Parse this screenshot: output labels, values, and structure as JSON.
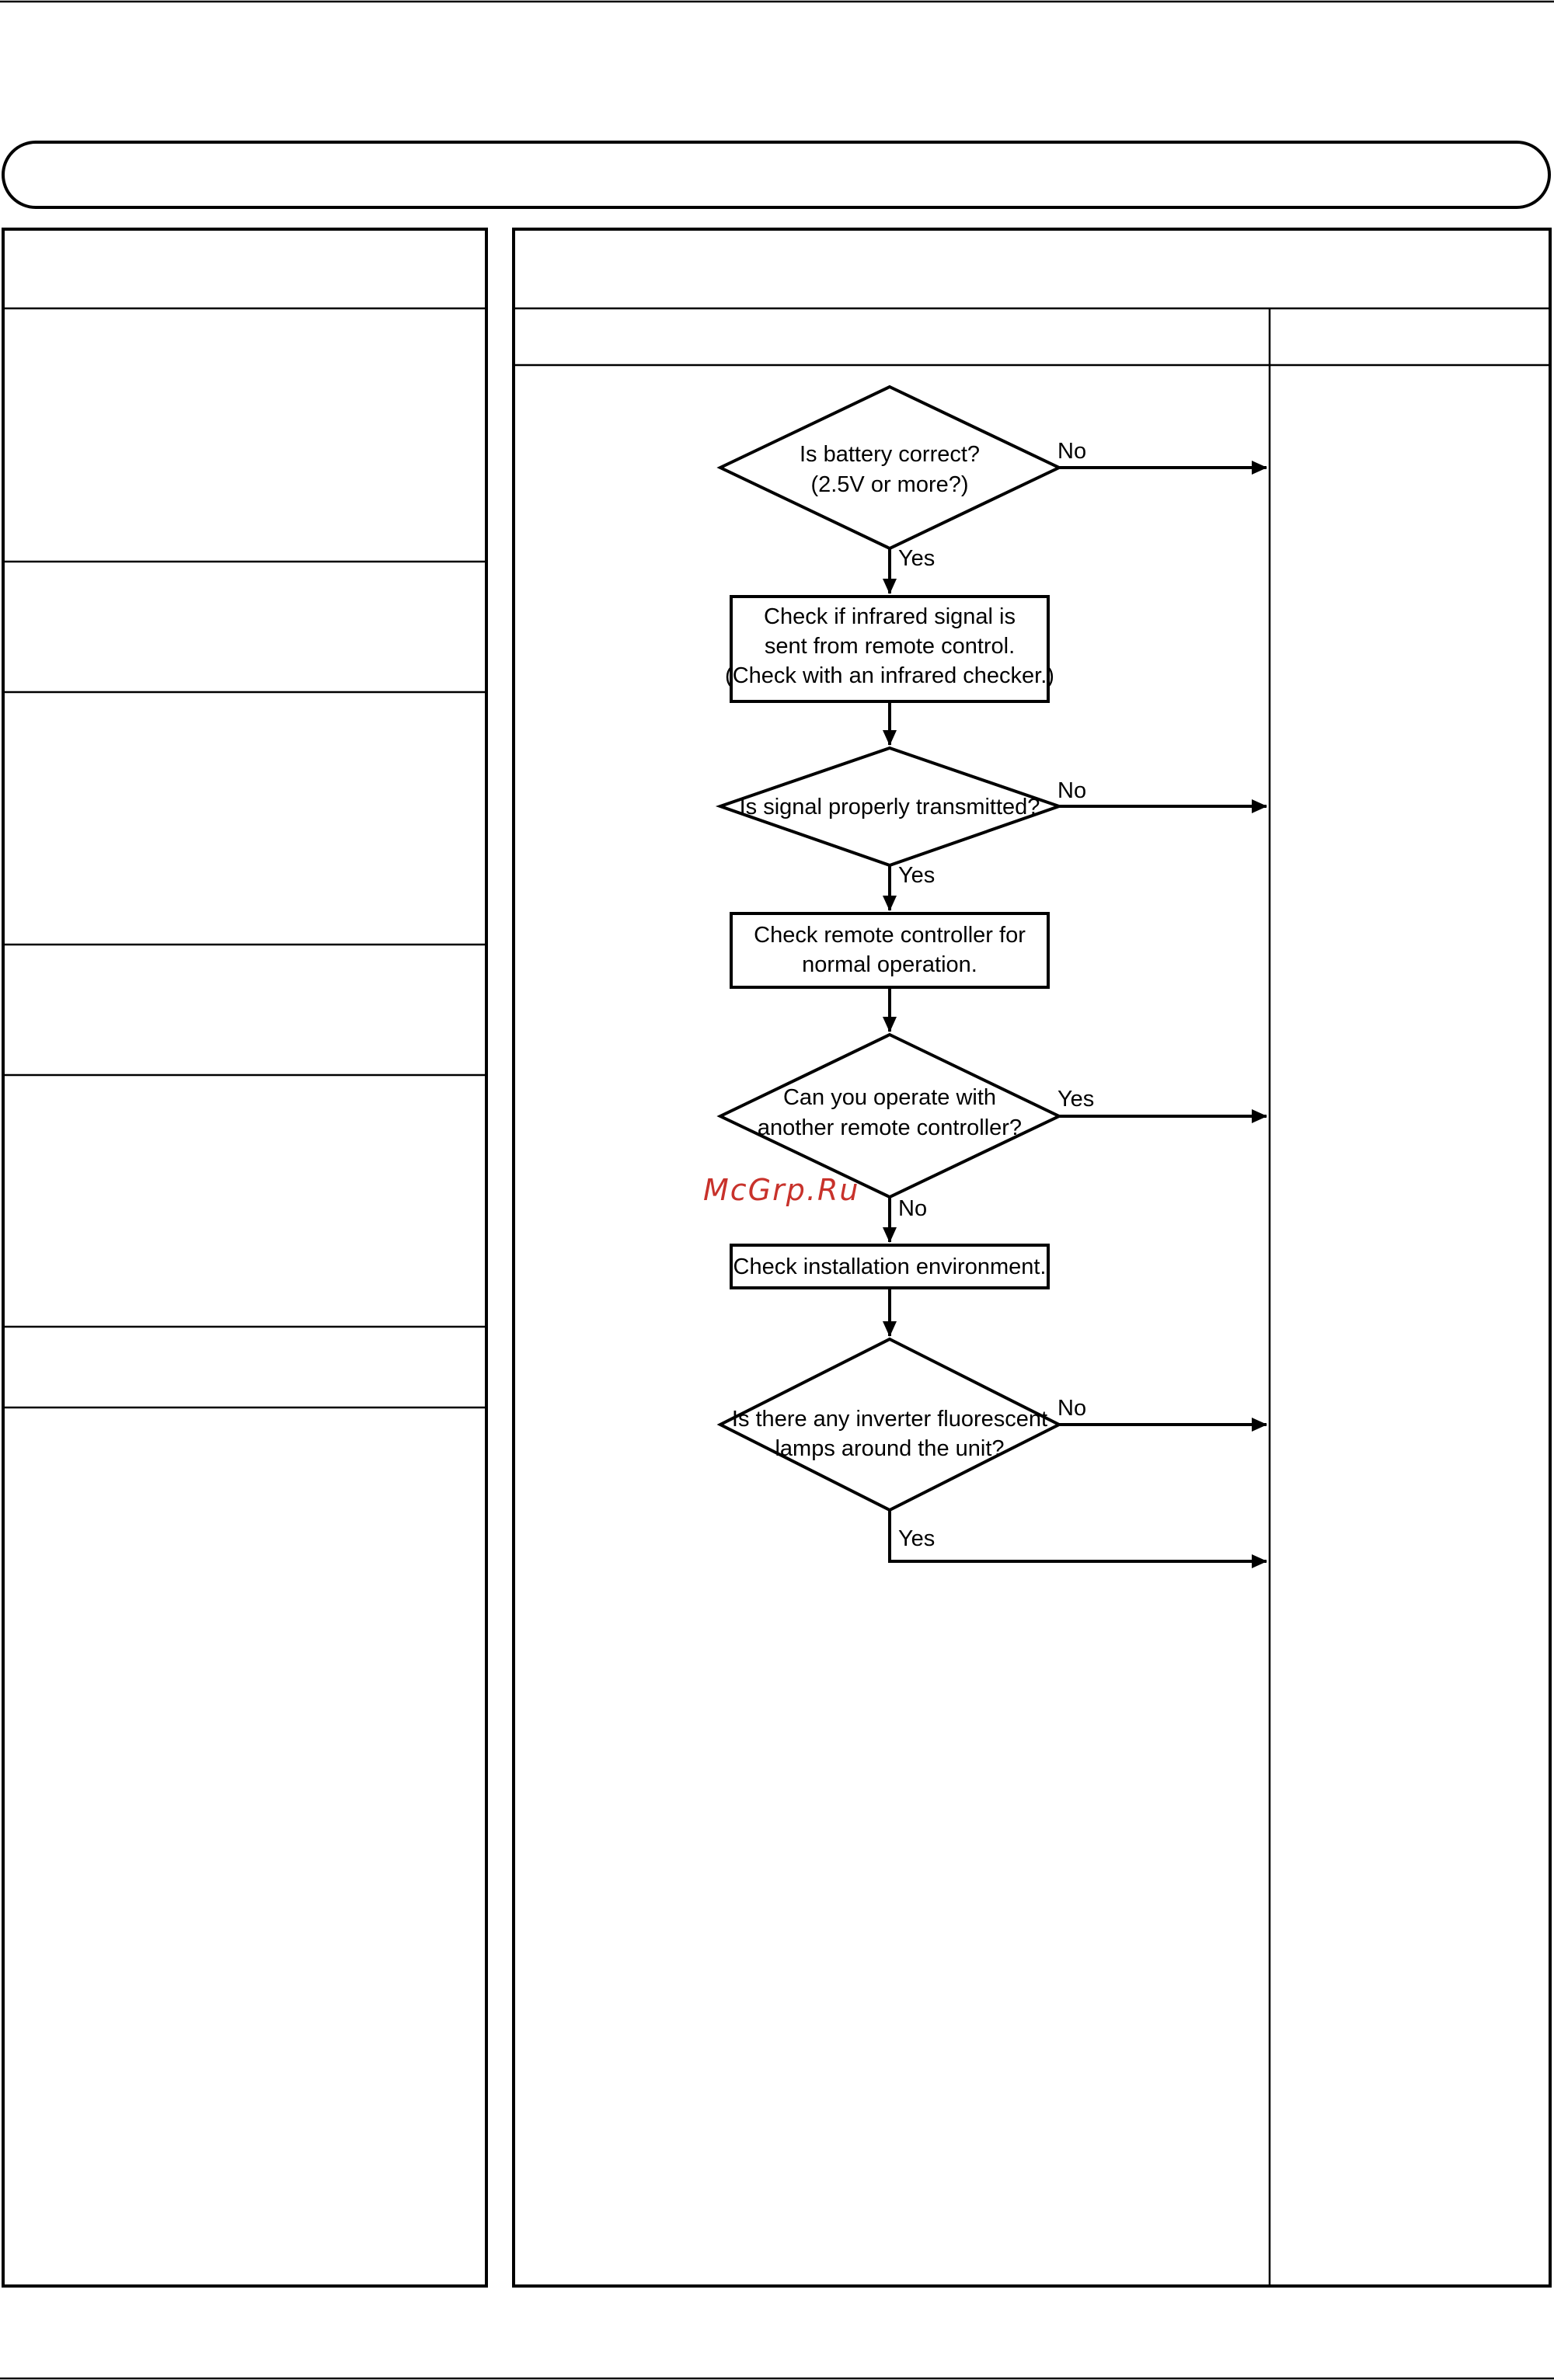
{
  "watermark": "McGrp.Ru",
  "flowchart": {
    "decisions": [
      {
        "id": "battery",
        "lines": [
          "Is battery correct?",
          "(2.5V or more?)"
        ],
        "right_label": "No",
        "down_label": "Yes"
      },
      {
        "id": "signal",
        "lines": [
          "Is signal properly transmitted?"
        ],
        "right_label": "No",
        "down_label": "Yes"
      },
      {
        "id": "another-remote",
        "lines": [
          "Can you operate with",
          "another remote controller?"
        ],
        "right_label": "Yes",
        "down_label": "No"
      },
      {
        "id": "fluorescent",
        "lines": [
          "Is there any inverter fluorescent",
          "lamps around the unit?"
        ],
        "right_label": "No",
        "down_label": "Yes"
      }
    ],
    "processes": [
      {
        "id": "infrared",
        "lines": [
          "Check if infrared signal is",
          "sent from remote control.",
          "(Check with an infrared checker.)"
        ]
      },
      {
        "id": "remote-normal",
        "lines": [
          "Check remote controller for",
          "normal operation."
        ]
      },
      {
        "id": "installation",
        "lines": [
          "Check installation environment."
        ]
      }
    ]
  }
}
